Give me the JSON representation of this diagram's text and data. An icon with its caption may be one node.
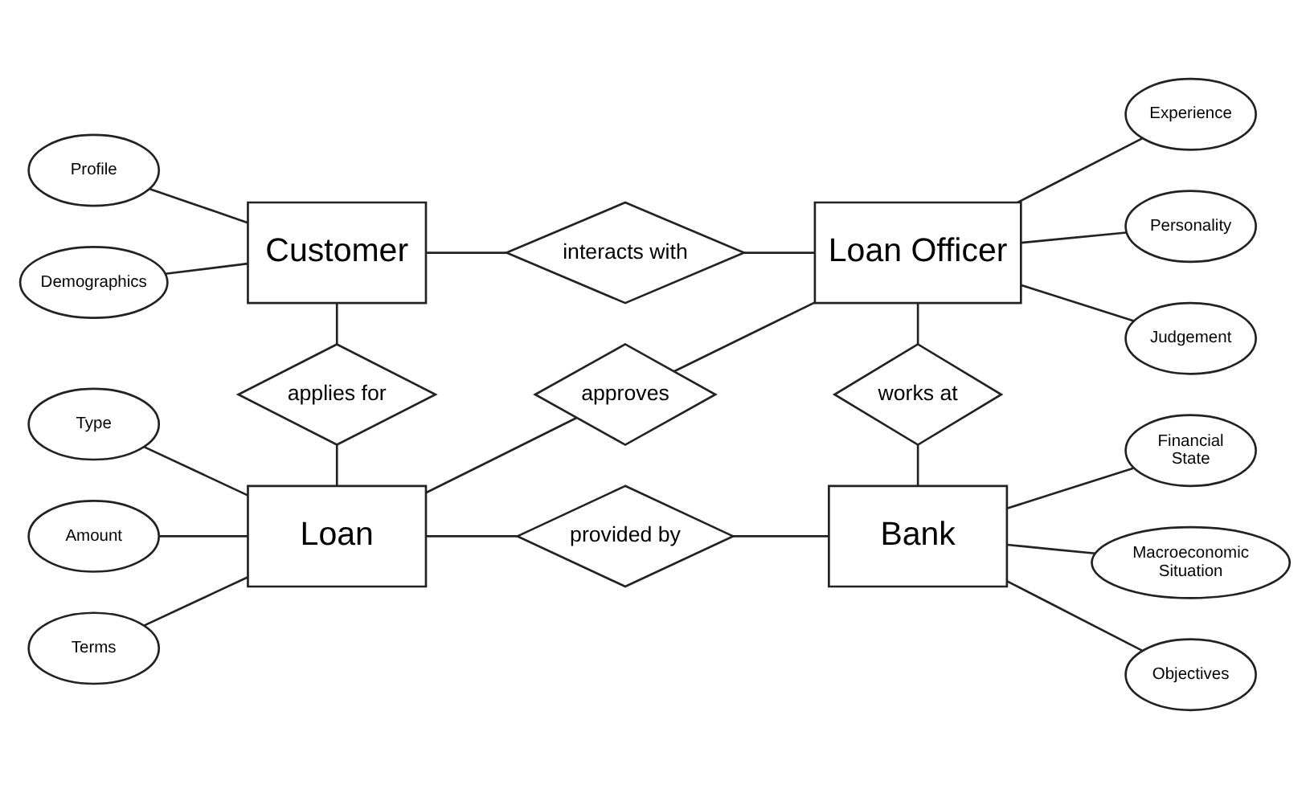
{
  "diagram": {
    "nodes": [
      {
        "text": [
          "Profile"
        ]
      },
      {
        "text": [
          "Customer"
        ]
      },
      {
        "text": [
          "interacts with"
        ]
      },
      {
        "text": [
          "Loan Officer"
        ]
      },
      {
        "text": [
          "Experience"
        ]
      },
      {
        "text": [
          "Demographics"
        ]
      },
      {
        "text": [
          "Personality"
        ]
      },
      {
        "text": [
          "Judgement"
        ]
      },
      {
        "text": [
          "applies for"
        ]
      },
      {
        "text": [
          "approves"
        ]
      },
      {
        "text": [
          "works at"
        ]
      },
      {
        "text": [
          "Type"
        ]
      },
      {
        "text": [
          "Financial State"
        ]
      },
      {
        "text": [
          "Amount"
        ]
      },
      {
        "text": [
          "Loan"
        ]
      },
      {
        "text": [
          "provided by"
        ]
      },
      {
        "text": [
          "Bank"
        ]
      },
      {
        "text": [
          "Macroeconomic Situation"
        ]
      },
      {
        "text": [
          "Terms"
        ]
      },
      {
        "text": [
          "Objectives"
        ]
      }
    ],
    "edges": [
      {
        "from": 0,
        "to": 1,
        "arrow": "none"
      },
      {
        "from": 5,
        "to": 1,
        "arrow": "none"
      },
      {
        "from": 1,
        "to": 2,
        "arrow": "none"
      },
      {
        "from": 2,
        "to": 3,
        "arrow": "none"
      },
      {
        "from": 3,
        "to": 4,
        "arrow": "none"
      },
      {
        "from": 3,
        "to": 6,
        "arrow": "none"
      },
      {
        "from": 3,
        "to": 7,
        "arrow": "none"
      },
      {
        "from": 1,
        "to": 8,
        "arrow": "none"
      },
      {
        "from": 8,
        "to": 14,
        "arrow": "none"
      },
      {
        "from": 3,
        "to": 9,
        "arrow": "none"
      },
      {
        "from": 9,
        "to": 14,
        "arrow": "none"
      },
      {
        "from": 3,
        "to": 10,
        "arrow": "none"
      },
      {
        "from": 10,
        "to": 16,
        "arrow": "none"
      },
      {
        "from": 11,
        "to": 14,
        "arrow": "none"
      },
      {
        "from": 13,
        "to": 14,
        "arrow": "none"
      },
      {
        "from": 18,
        "to": 14,
        "arrow": "none"
      },
      {
        "from": 14,
        "to": 15,
        "arrow": "none"
      },
      {
        "from": 15,
        "to": 16,
        "arrow": "none"
      },
      {
        "from": 16,
        "to": 12,
        "arrow": "none"
      },
      {
        "from": 16,
        "to": 17,
        "arrow": "none"
      },
      {
        "from": 16,
        "to": 19,
        "arrow": "none"
      }
    ]
  }
}
